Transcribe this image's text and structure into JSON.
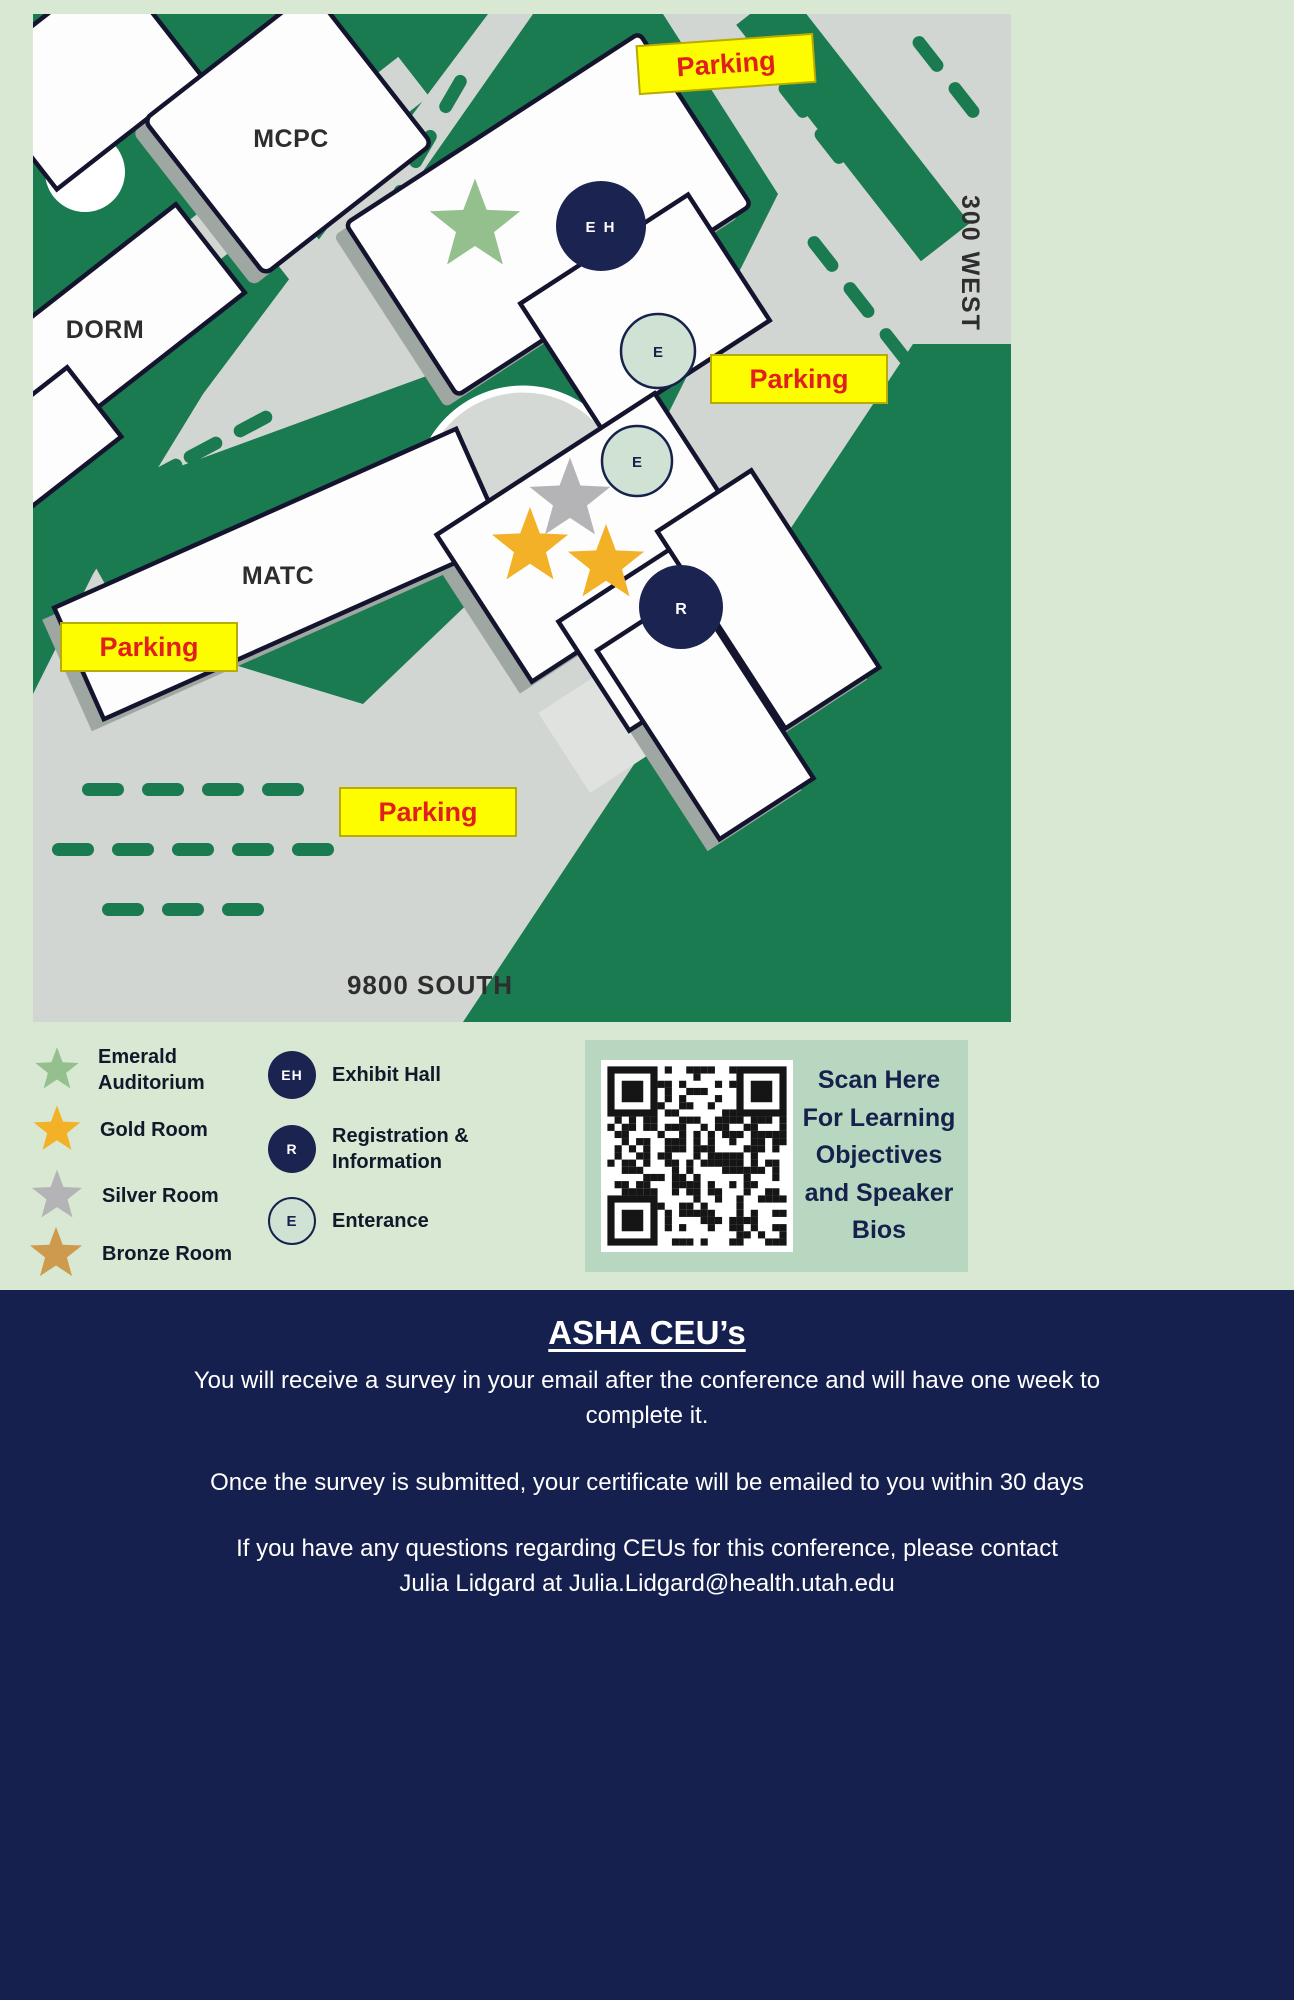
{
  "colors": {
    "page_bg": "#d8e8d3",
    "map_green": "#1a7a50",
    "map_road": "#d2d6d2",
    "navy": "#1b2451",
    "footer_navy": "#16204e",
    "mint": "#cfe2d4",
    "emerald": "#93c08d",
    "gold": "#f2b126",
    "silver": "#b4b4b6",
    "bronze": "#cd9a4e",
    "parking_yellow": "#fdfd00",
    "parking_red": "#e01f1f",
    "qr_card_bg": "#b7d7c1"
  },
  "map": {
    "buildings": [
      {
        "label": "MCPC"
      },
      {
        "label": "DORM"
      },
      {
        "label": "MATC"
      }
    ],
    "streets": [
      {
        "label": "300 WEST"
      },
      {
        "label": "9800 SOUTH"
      }
    ],
    "parking_label": "Parking",
    "markers": {
      "exhibit_hall": "E H",
      "entrance": "E",
      "registration": "R"
    }
  },
  "legend": {
    "rooms": [
      {
        "label": "Emerald\nAuditorium"
      },
      {
        "label": "Gold Room"
      },
      {
        "label": "Silver Room"
      },
      {
        "label": "Bronze Room"
      }
    ],
    "symbols": [
      {
        "badge": "EH",
        "label": "Exhibit Hall"
      },
      {
        "badge": "R",
        "label": "Registration &\nInformation"
      },
      {
        "badge": "E",
        "label": "Enterance"
      }
    ]
  },
  "qr_card": {
    "text": "Scan Here\nFor Learning\nObjectives\nand Speaker\nBios"
  },
  "footer": {
    "title": "ASHA CEU’s",
    "p1": "You will receive a survey in your email after the conference and will have one week to\ncomplete it.",
    "p2": "Once the survey is submitted, your certificate will be emailed to you within 30 days",
    "p3": "If you have any questions regarding CEUs for this conference, please contact\nJulia Lidgard at Julia.Lidgard@health.utah.edu"
  }
}
